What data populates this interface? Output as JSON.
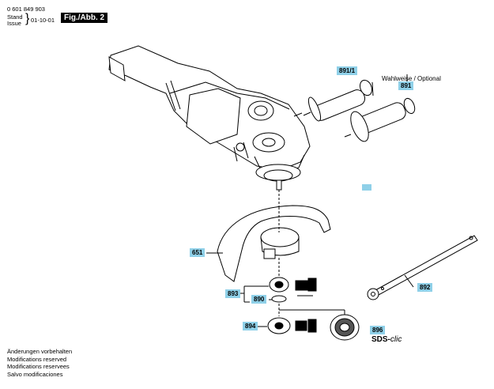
{
  "header": {
    "part_number": "0 601 849 903",
    "stand": "Stand",
    "issue": "Issue",
    "date": "01-10-01",
    "figure": "Fig./Abb. 2"
  },
  "labels": {
    "p891_1": "891/1",
    "p891": "891",
    "optional": "Wahlweise / Optional",
    "p651": "651",
    "p893": "893",
    "p890": "890",
    "p892": "892",
    "p894": "894",
    "p896": "896",
    "sds": "SDS-",
    "clic": "clic"
  },
  "footer": [
    "Änderungen vorbehalten",
    "Modifications reserved",
    "Modifications reservees",
    "Salvo modificaciones"
  ],
  "colors": {
    "tag_fill": "#8fd0e8",
    "line": "#000000"
  }
}
